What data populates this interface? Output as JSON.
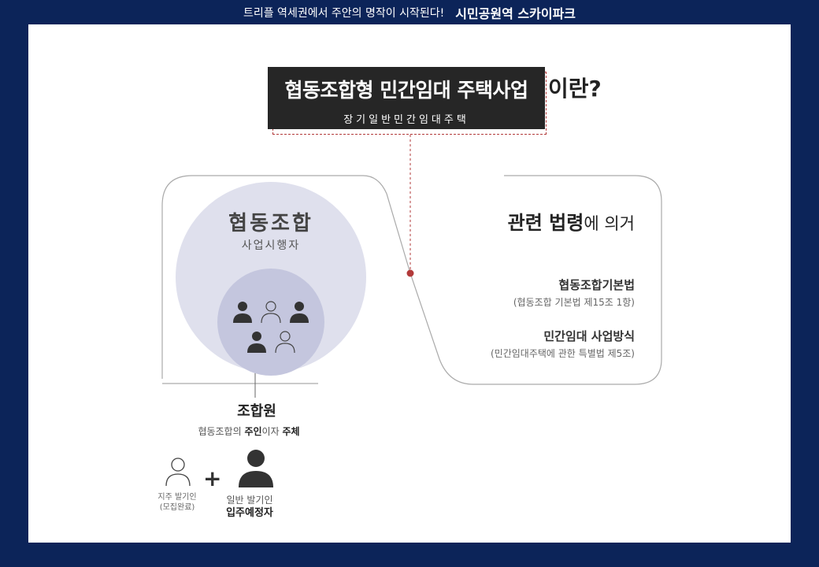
{
  "header": {
    "tagline": "트리플 역세권에서 주안의 명작이 시작된다!",
    "brand": "시민공원역 스카이파크"
  },
  "title": {
    "main": "협동조합형 민간임대 주택사업",
    "suffix": "이란?",
    "sub": "장기일반민간임대주택"
  },
  "cooperative": {
    "title": "협동조합",
    "subtitle": "사업시행자"
  },
  "member": {
    "title": "조합원",
    "desc_pre": "협동조합의 ",
    "desc_b1": "주인",
    "desc_mid": "이자 ",
    "desc_b2": "주체",
    "plus": "+",
    "caption1_line1": "지주 발기인",
    "caption1_line2": "(모집완료)",
    "caption2_line1": "일반 발기인",
    "caption2_line2": "입주예정자"
  },
  "law": {
    "head_bold": "관련 법령",
    "head_rest": "에 의거",
    "items": [
      {
        "name": "협동조합기본법",
        "desc": "(협동조합 기본법 제15조 1항)"
      },
      {
        "name": "민간임대 사업방식",
        "desc": "(민간임대주택에 관한 특별법 제5조)"
      }
    ]
  },
  "colors": {
    "background": "#0c2459",
    "title_box": "#262626",
    "accent_red": "#b23a3a",
    "outer_circle": "#dfe0ed",
    "inner_circle": "#c4c6de"
  }
}
